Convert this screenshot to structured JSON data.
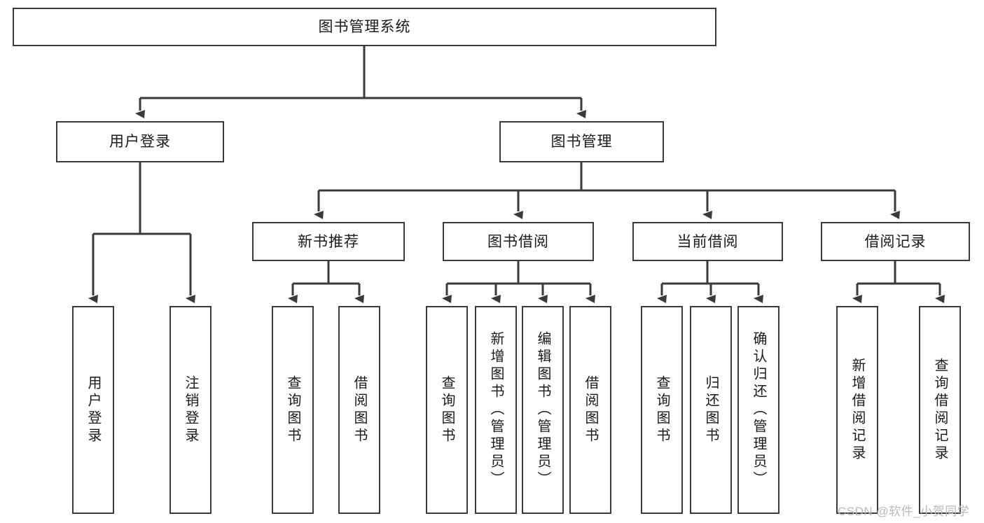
{
  "diagram": {
    "title": "图书管理系统",
    "type": "tree-hierarchy-chart",
    "root": {
      "id": "root",
      "label": "图书管理系统",
      "orientation": "horizontal"
    },
    "level2": [
      {
        "id": "user-login",
        "label": "用户登录",
        "orientation": "horizontal"
      },
      {
        "id": "book-management",
        "label": "图书管理",
        "orientation": "horizontal"
      }
    ],
    "level3": [
      {
        "id": "new-book-recommend",
        "label": "新书推荐",
        "orientation": "horizontal"
      },
      {
        "id": "book-borrow",
        "label": "图书借阅",
        "orientation": "horizontal"
      },
      {
        "id": "current-borrow",
        "label": "当前借阅",
        "orientation": "horizontal"
      },
      {
        "id": "borrow-record",
        "label": "借阅记录",
        "orientation": "horizontal"
      }
    ],
    "leaves": [
      {
        "id": "leaf-user-login",
        "parent": "user-login",
        "label": "用户登录",
        "orientation": "vertical"
      },
      {
        "id": "leaf-logout",
        "parent": "user-login",
        "label": "注销登录",
        "orientation": "vertical"
      },
      {
        "id": "leaf-query-book-1",
        "parent": "new-book-recommend",
        "label": "查询图书",
        "orientation": "vertical"
      },
      {
        "id": "leaf-borrow-book-1",
        "parent": "new-book-recommend",
        "label": "借阅图书",
        "orientation": "vertical"
      },
      {
        "id": "leaf-query-book-2",
        "parent": "book-borrow",
        "label": "查询图书",
        "orientation": "vertical"
      },
      {
        "id": "leaf-add-book",
        "parent": "book-borrow",
        "label": "新增图书（管理员）",
        "orientation": "vertical"
      },
      {
        "id": "leaf-edit-book",
        "parent": "book-borrow",
        "label": "编辑图书（管理员）",
        "orientation": "vertical"
      },
      {
        "id": "leaf-borrow-book-2",
        "parent": "book-borrow",
        "label": "借阅图书",
        "orientation": "vertical"
      },
      {
        "id": "leaf-query-book-3",
        "parent": "current-borrow",
        "label": "查询图书",
        "orientation": "vertical"
      },
      {
        "id": "leaf-return-book",
        "parent": "current-borrow",
        "label": "归还图书",
        "orientation": "vertical"
      },
      {
        "id": "leaf-confirm-return",
        "parent": "current-borrow",
        "label": "确认归还（管理员）",
        "orientation": "vertical"
      },
      {
        "id": "leaf-add-record",
        "parent": "borrow-record",
        "label": "新增借阅记录",
        "orientation": "vertical"
      },
      {
        "id": "leaf-query-record",
        "parent": "borrow-record",
        "label": "查询借阅记录",
        "orientation": "vertical"
      }
    ],
    "colors": {
      "stroke": "#3a3a3a",
      "fill": "#ffffff",
      "text": "#1a1a1a",
      "watermark": "#b8b8b8"
    }
  },
  "watermark": {
    "text": "CSDN @软件_小贺同学"
  }
}
